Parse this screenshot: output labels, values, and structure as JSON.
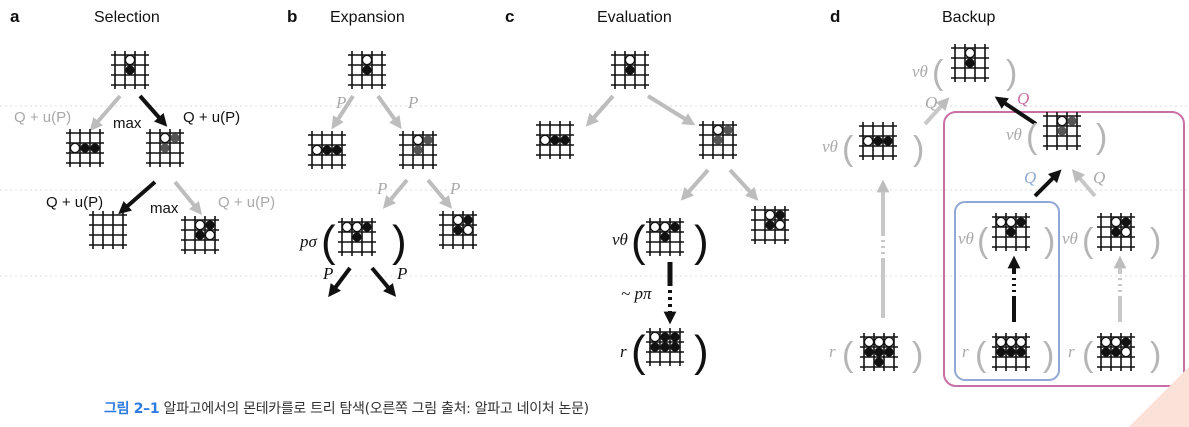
{
  "panels": {
    "a": {
      "letter": "a",
      "title": "Selection"
    },
    "b": {
      "letter": "b",
      "title": "Expansion"
    },
    "c": {
      "letter": "c",
      "title": "Evaluation"
    },
    "d": {
      "letter": "d",
      "title": "Backup"
    }
  },
  "labels": {
    "q_plus_u_p": "Q + u(P)",
    "max": "max",
    "p": "P",
    "q": "Q",
    "p_sigma": "pσ",
    "v_theta": "vθ",
    "sample_p_pi": "~ pπ",
    "r": "r"
  },
  "caption": {
    "number": "그림 2–1",
    "text": "알파고에서의 몬테카를로 트리 탐색(오른쪽 그림 출처: 알파고 네이처 논문)"
  },
  "colors": {
    "gray": "#bdbdbd",
    "black": "#111111",
    "pink": "#c96fa5",
    "blue": "#8fa8d6",
    "caption_blue": "#2b7be0",
    "label_gray": "#a9a9a9"
  }
}
